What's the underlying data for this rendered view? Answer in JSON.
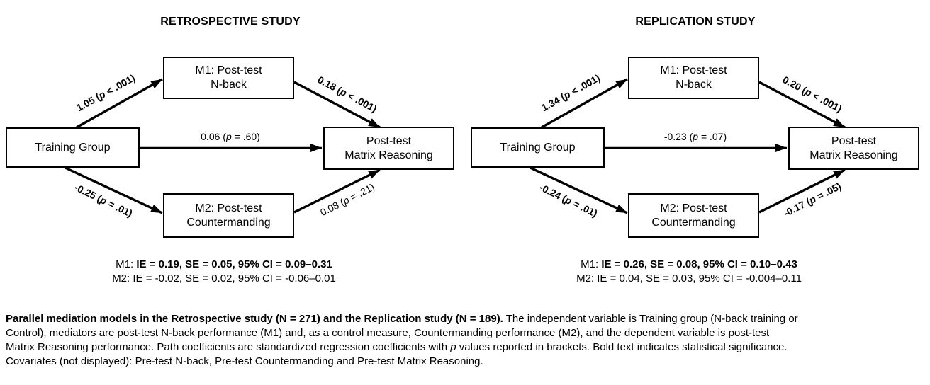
{
  "colors": {
    "ink": "#000000",
    "background": "#ffffff",
    "box_border": "#000000"
  },
  "panels": [
    {
      "id": "retrospective",
      "title": "RETROSPECTIVE STUDY",
      "boxes": {
        "iv": "Training Group",
        "m1": "M1: Post-test\nN-back",
        "m2": "M2: Post-test\nCountermanding",
        "dv": "Post-test\nMatrix Reasoning"
      },
      "paths": {
        "iv_m1": [
          {
            "t": "1.05 (",
            "b": 1
          },
          {
            "t": "p",
            "b": 1,
            "i": 1
          },
          {
            "t": " < .001)",
            "b": 1
          }
        ],
        "m1_dv": [
          {
            "t": "0.18 (",
            "b": 1
          },
          {
            "t": "p",
            "b": 1,
            "i": 1
          },
          {
            "t": " < .001)",
            "b": 1
          }
        ],
        "direct": [
          {
            "t": "0.06 ("
          },
          {
            "t": "p",
            "i": 1
          },
          {
            "t": " = .60)"
          }
        ],
        "iv_m2": [
          {
            "t": "-0.25 (",
            "b": 1
          },
          {
            "t": "p",
            "b": 1,
            "i": 1
          },
          {
            "t": " = .01)",
            "b": 1
          }
        ],
        "m2_dv": [
          {
            "t": "0.08 ("
          },
          {
            "t": "p",
            "i": 1
          },
          {
            "t": " = .21)"
          }
        ]
      },
      "indirect_effects": {
        "m1": [
          {
            "t": "M1: "
          },
          {
            "t": "IE = 0.19, SE = 0.05, 95% CI = 0.09–0.31",
            "b": 1
          }
        ],
        "m2": [
          {
            "t": "M2: IE = -0.02, SE = 0.02, 95% CI = -0.06–0.01"
          }
        ]
      }
    },
    {
      "id": "replication",
      "title": "REPLICATION STUDY",
      "boxes": {
        "iv": "Training Group",
        "m1": "M1: Post-test\nN-back",
        "m2": "M2: Post-test\nCountermanding",
        "dv": "Post-test\nMatrix Reasoning"
      },
      "paths": {
        "iv_m1": [
          {
            "t": "1.34 (",
            "b": 1
          },
          {
            "t": "p",
            "b": 1,
            "i": 1
          },
          {
            "t": " < .001)",
            "b": 1
          }
        ],
        "m1_dv": [
          {
            "t": "0.20 (",
            "b": 1
          },
          {
            "t": "p",
            "b": 1,
            "i": 1
          },
          {
            "t": " < .001)",
            "b": 1
          }
        ],
        "direct": [
          {
            "t": "-0.23 ("
          },
          {
            "t": "p",
            "i": 1
          },
          {
            "t": " = .07)"
          }
        ],
        "iv_m2": [
          {
            "t": "-0.24 (",
            "b": 1
          },
          {
            "t": "p",
            "b": 1,
            "i": 1
          },
          {
            "t": " = .01)",
            "b": 1
          }
        ],
        "m2_dv": [
          {
            "t": "-0.17 (",
            "b": 1
          },
          {
            "t": "p",
            "b": 1,
            "i": 1
          },
          {
            "t": " = .05)",
            "b": 1
          }
        ]
      },
      "indirect_effects": {
        "m1": [
          {
            "t": "M1: "
          },
          {
            "t": "IE = 0.26, SE = 0.08, 95% CI = 0.10–0.43",
            "b": 1
          }
        ],
        "m2": [
          {
            "t": "M2: IE = 0.04, SE = 0.03, 95% CI = -0.004–0.11"
          }
        ]
      }
    }
  ],
  "caption": {
    "lines": [
      [
        {
          "t": "Parallel mediation models in the Retrospective study (N = 271) and the Replication study (N = 189).",
          "b": 1
        },
        {
          "t": " The independent variable is Training group (N-back training or"
        }
      ],
      [
        {
          "t": "Control), mediators are post-test N-back performance (M1) and, as a control measure, Countermanding performance (M2), and the dependent variable is post-test"
        }
      ],
      [
        {
          "t": "Matrix Reasoning performance. Path coefficients are standardized regression coefficients with "
        },
        {
          "t": "p",
          "i": 1
        },
        {
          "t": " values reported in brackets. Bold text indicates statistical significance."
        }
      ],
      [
        {
          "t": "Covariates (not displayed): Pre-test N-back, Pre-test Countermanding and Pre-test Matrix Reasoning."
        }
      ]
    ]
  }
}
